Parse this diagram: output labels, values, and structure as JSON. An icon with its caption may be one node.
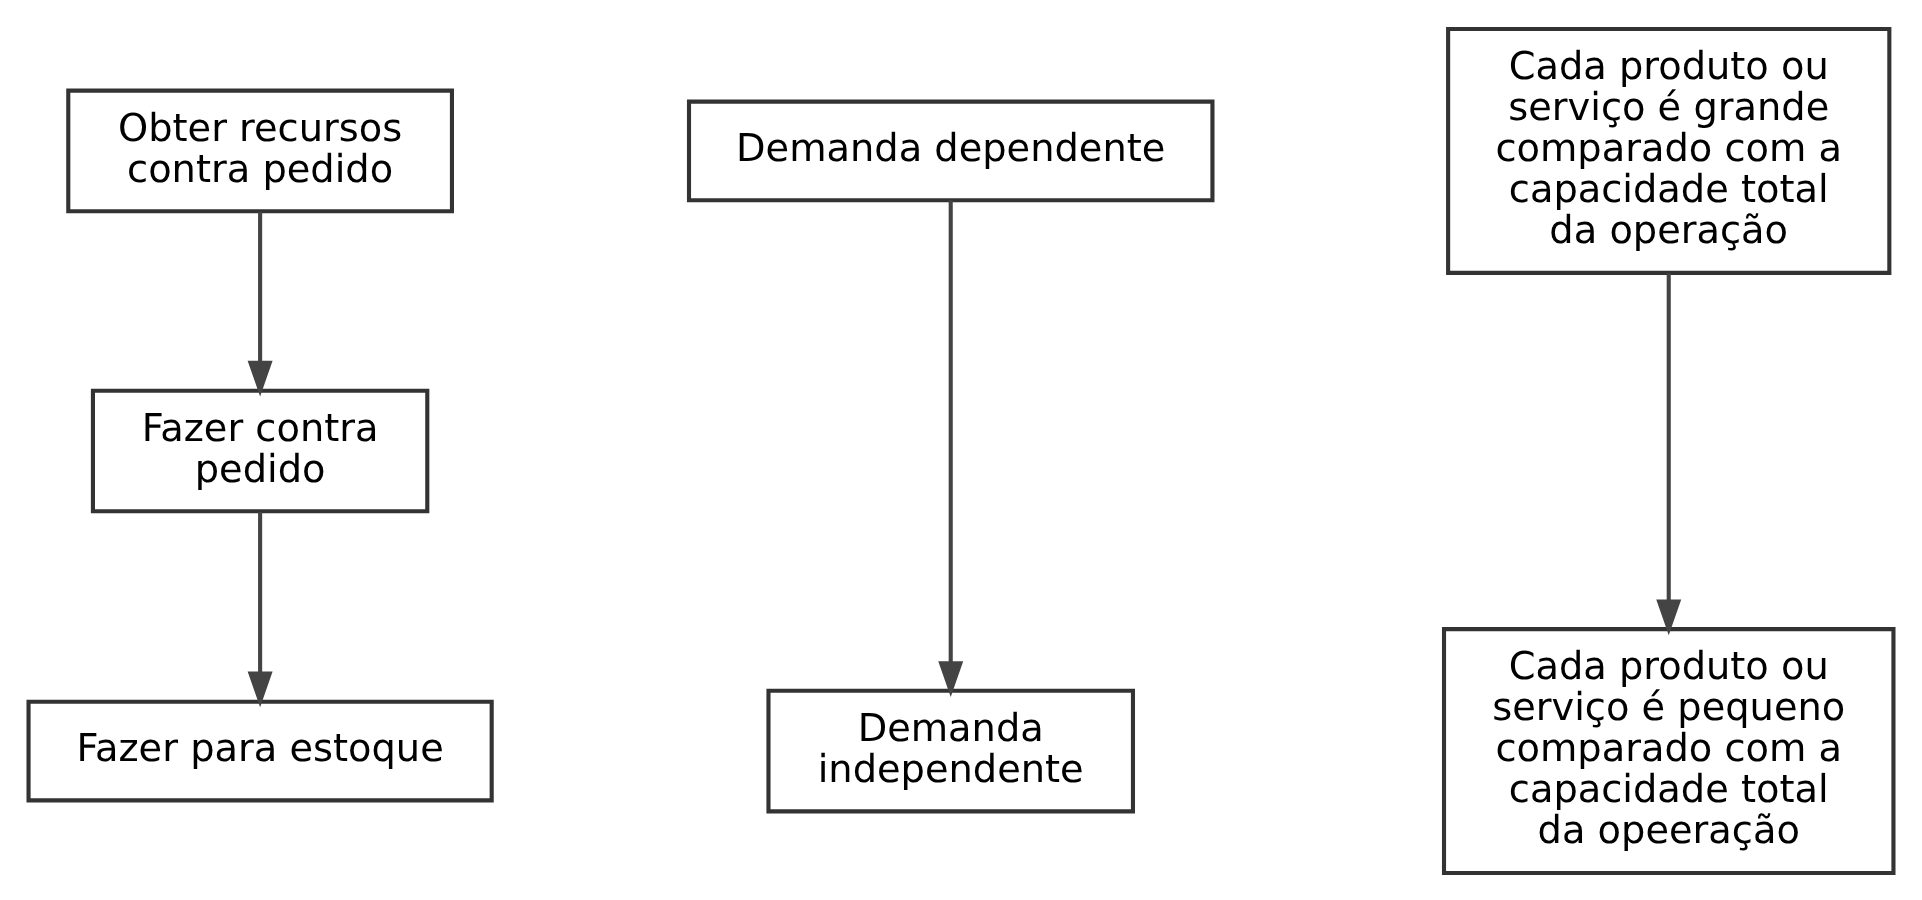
{
  "diagram": {
    "nodes": [
      {
        "text": [
          "Obter recursos contra pedido"
        ]
      },
      {
        "text": [
          "Demanda dependente"
        ]
      },
      {
        "text": [
          "Cada produto ou serviço é grande comparado com a capacidade total da operação"
        ]
      },
      {
        "text": [
          "Fazer contra pedido"
        ]
      },
      {
        "text": [
          "Fazer para estoque"
        ]
      },
      {
        "text": [
          "Demanda independente"
        ]
      },
      {
        "text": [
          "Cada produto ou serviço é pequeno comparado com a capacidade total da opeeração"
        ]
      }
    ],
    "edges": [
      {
        "from": 0,
        "to": 3,
        "arrow": "to"
      },
      {
        "from": 3,
        "to": 4,
        "arrow": "to"
      },
      {
        "from": 1,
        "to": 5,
        "arrow": "to"
      },
      {
        "from": 2,
        "to": 6,
        "arrow": "to"
      }
    ]
  }
}
